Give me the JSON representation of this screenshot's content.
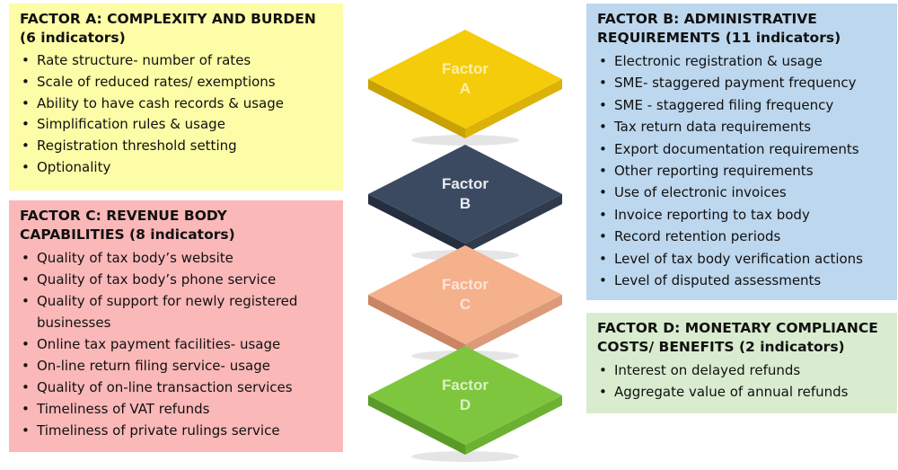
{
  "factor_a": {
    "title": "FACTOR A: COMPLEXITY AND BURDEN (6 indicators)",
    "items": [
      "Rate structure- number of rates",
      "Scale of reduced rates/ exemptions",
      "Ability to have cash records & usage",
      "Simplification rules & usage",
      "Registration threshold setting",
      "Optionality"
    ]
  },
  "factor_b": {
    "title": "FACTOR B: ADMINISTRATIVE REQUIREMENTS (11 indicators)",
    "items": [
      "Electronic registration & usage",
      "SME- staggered payment frequency",
      "SME - staggered filing frequency",
      "Tax return data requirements",
      "Export documentation requirements",
      "Other reporting requirements",
      "Use of electronic invoices",
      "Invoice reporting to tax body",
      "Record retention periods",
      "Level of tax body verification actions",
      "Level of disputed assessments"
    ]
  },
  "factor_c": {
    "title": "FACTOR C: REVENUE BODY CAPABILITIES (8 indicators)",
    "items": [
      "Quality of tax body’s website",
      "Quality of tax body’s phone service",
      "Quality of support for newly registered businesses",
      "Online tax payment facilities- usage",
      "On-line return filing service- usage",
      "Quality of on-line transaction services",
      "Timeliness of VAT refunds",
      "Timeliness of private rulings service"
    ]
  },
  "factor_d": {
    "title": "FACTOR D: MONETARY COMPLIANCE COSTS/ BENEFITS (2 indicators)",
    "items": [
      "Interest on delayed refunds",
      "Aggregate value of annual refunds"
    ]
  },
  "layers": [
    {
      "line1": "Factor",
      "line2": "A",
      "top": "#f5cc0a",
      "side_left": "#c9a006",
      "side_right": "#dcb208",
      "text": "#fdf0a8"
    },
    {
      "line1": "Factor",
      "line2": "B",
      "top": "#3c4a61",
      "side_left": "#242e3e",
      "side_right": "#2f3a4d",
      "text": "#e8ecf2"
    },
    {
      "line1": "Factor",
      "line2": "C",
      "top": "#f5b08c",
      "side_left": "#c98564",
      "side_right": "#dc9a78",
      "text": "#fde4d6"
    },
    {
      "line1": "Factor",
      "line2": "D",
      "top": "#7fc63f",
      "side_left": "#5a9a28",
      "side_right": "#6cb132",
      "text": "#d9f2c0"
    }
  ]
}
